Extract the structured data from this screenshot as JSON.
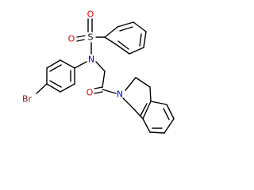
{
  "molecule": {
    "atoms": {
      "S": {
        "label": "S",
        "color": "#000000"
      },
      "O1": {
        "label": "O",
        "color": "#e00000"
      },
      "O2": {
        "label": "O",
        "color": "#e00000"
      },
      "N1": {
        "label": "N",
        "color": "#0000dd"
      },
      "Br": {
        "label": "Br",
        "color": "#8b2323"
      },
      "O3": {
        "label": "O",
        "color": "#e00000"
      },
      "N2": {
        "label": "N",
        "color": "#0000dd"
      }
    }
  }
}
